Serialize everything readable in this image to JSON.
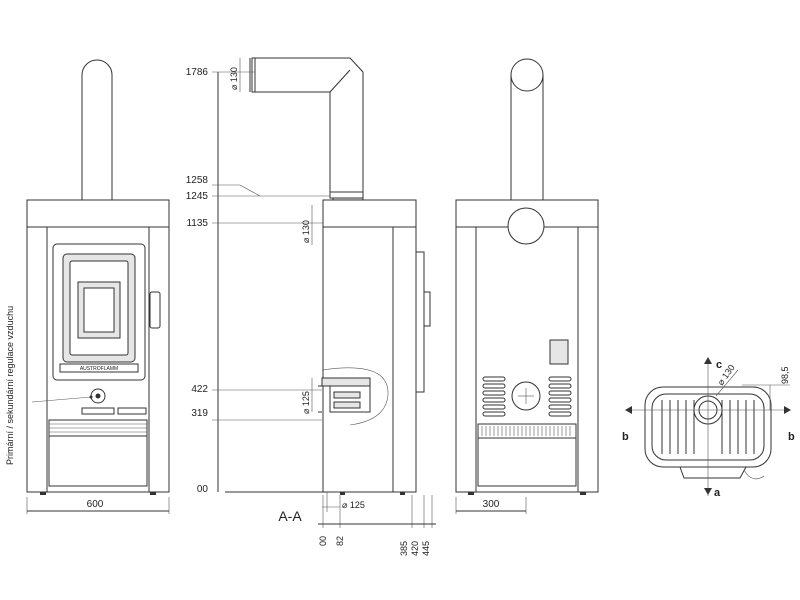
{
  "labels": {
    "side_vertical": "Primární / sekundární regulace vzduchu",
    "section": "A-A",
    "front_width": "600",
    "back_width": "300",
    "brand": "AUSTROFLAMM"
  },
  "heights": {
    "h1786": "1786",
    "h1258": "1258",
    "h1245": "1245",
    "h1135": "1135",
    "h422": "422",
    "h319": "319",
    "h00": "00"
  },
  "depths": {
    "d00": "00",
    "d82": "82",
    "d385": "385",
    "d420": "420",
    "d445": "445"
  },
  "diameters": {
    "d130_top": "⌀ 130",
    "d130_mid": "⌀ 130",
    "d125_mid": "⌀ 125",
    "d125_bottom": "⌀ 125",
    "d130_plan": "⌀ 130"
  },
  "plan": {
    "dim_98_5": "98,5",
    "a_top": "c",
    "a_bottom": "a",
    "b_left": "b",
    "b_right": "b"
  }
}
